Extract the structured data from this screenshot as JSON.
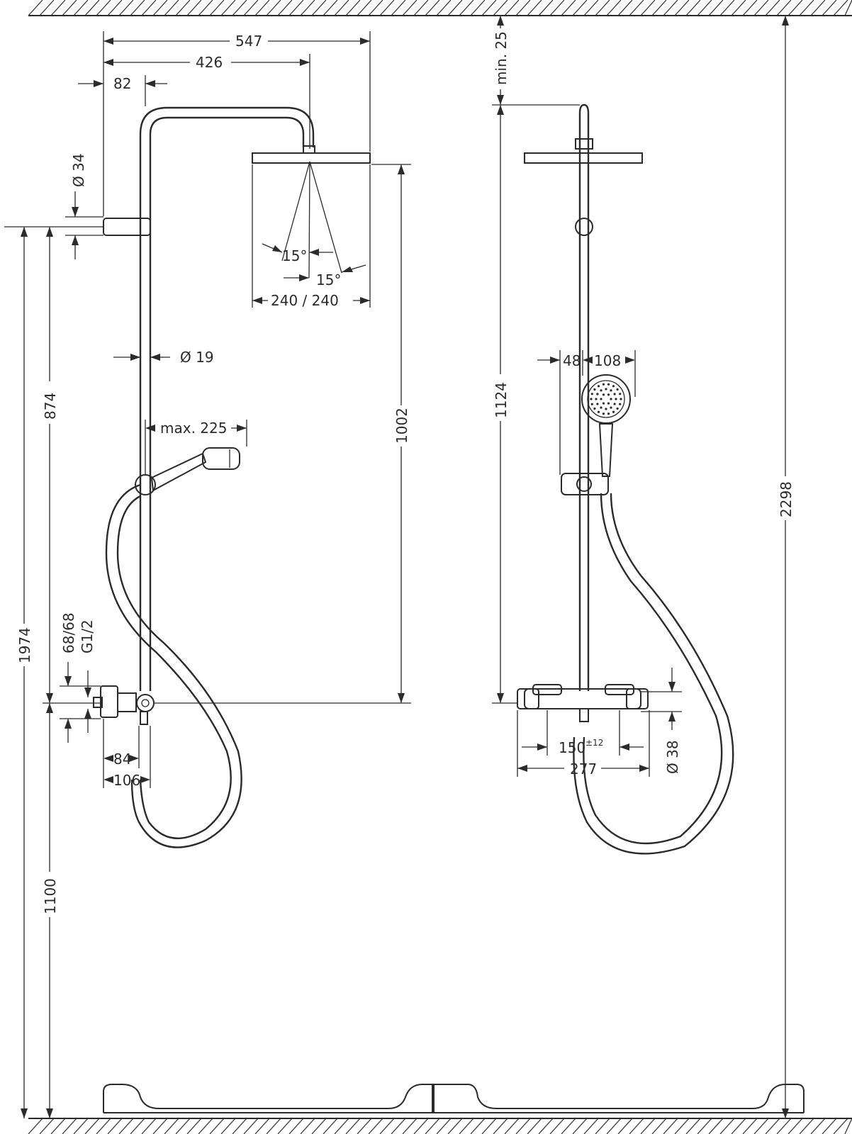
{
  "dimensions": {
    "width_total": "547",
    "head_offset": "426",
    "bracket_offset": "82",
    "bracket_diameter": "Ø 34",
    "spray_angle_left": "15°",
    "spray_angle_right": "15°",
    "head_size": "240 / 240",
    "rail_diameter": "Ø 19",
    "arm_reach": "max. 225",
    "height_874": "874",
    "height_1974": "1974",
    "height_1002": "1002",
    "height_1100": "1100",
    "connection_distance": "68/68",
    "connection_thread": "G1/2",
    "mixer_depth_84": "84",
    "mixer_depth_106": "106",
    "ceiling_min": "min. 25",
    "height_1124": "1124",
    "hand_offset_48": "48",
    "hand_width_108": "108",
    "centres_150": "150",
    "centres_tolerance": "±12",
    "mixer_width": "277",
    "mixer_diameter": "Ø 38",
    "height_2298": "2298"
  }
}
